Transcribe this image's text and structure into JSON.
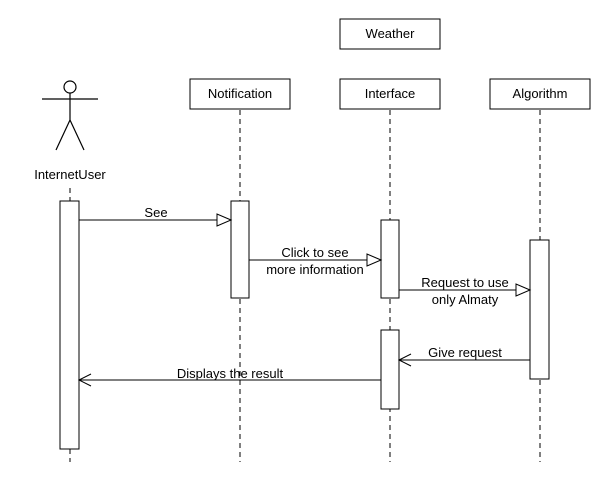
{
  "diagram": {
    "title": "Weather",
    "actor": {
      "name": "InternetUser"
    },
    "participants": [
      {
        "name": "Notification"
      },
      {
        "name": "Interface"
      },
      {
        "name": "Algorithm"
      }
    ],
    "messages": [
      {
        "from": "InternetUser",
        "to": "Notification",
        "lines": [
          "See"
        ],
        "kind": "sync"
      },
      {
        "from": "Notification",
        "to": "Interface",
        "lines": [
          "Click to see",
          "more information"
        ],
        "kind": "sync"
      },
      {
        "from": "Interface",
        "to": "Algorithm",
        "lines": [
          "Request to use",
          "only Almaty"
        ],
        "kind": "sync"
      },
      {
        "from": "Algorithm",
        "to": "Interface",
        "lines": [
          "Give request"
        ],
        "kind": "reply"
      },
      {
        "from": "Interface",
        "to": "InternetUser",
        "lines": [
          "Displays the result"
        ],
        "kind": "reply"
      }
    ]
  }
}
